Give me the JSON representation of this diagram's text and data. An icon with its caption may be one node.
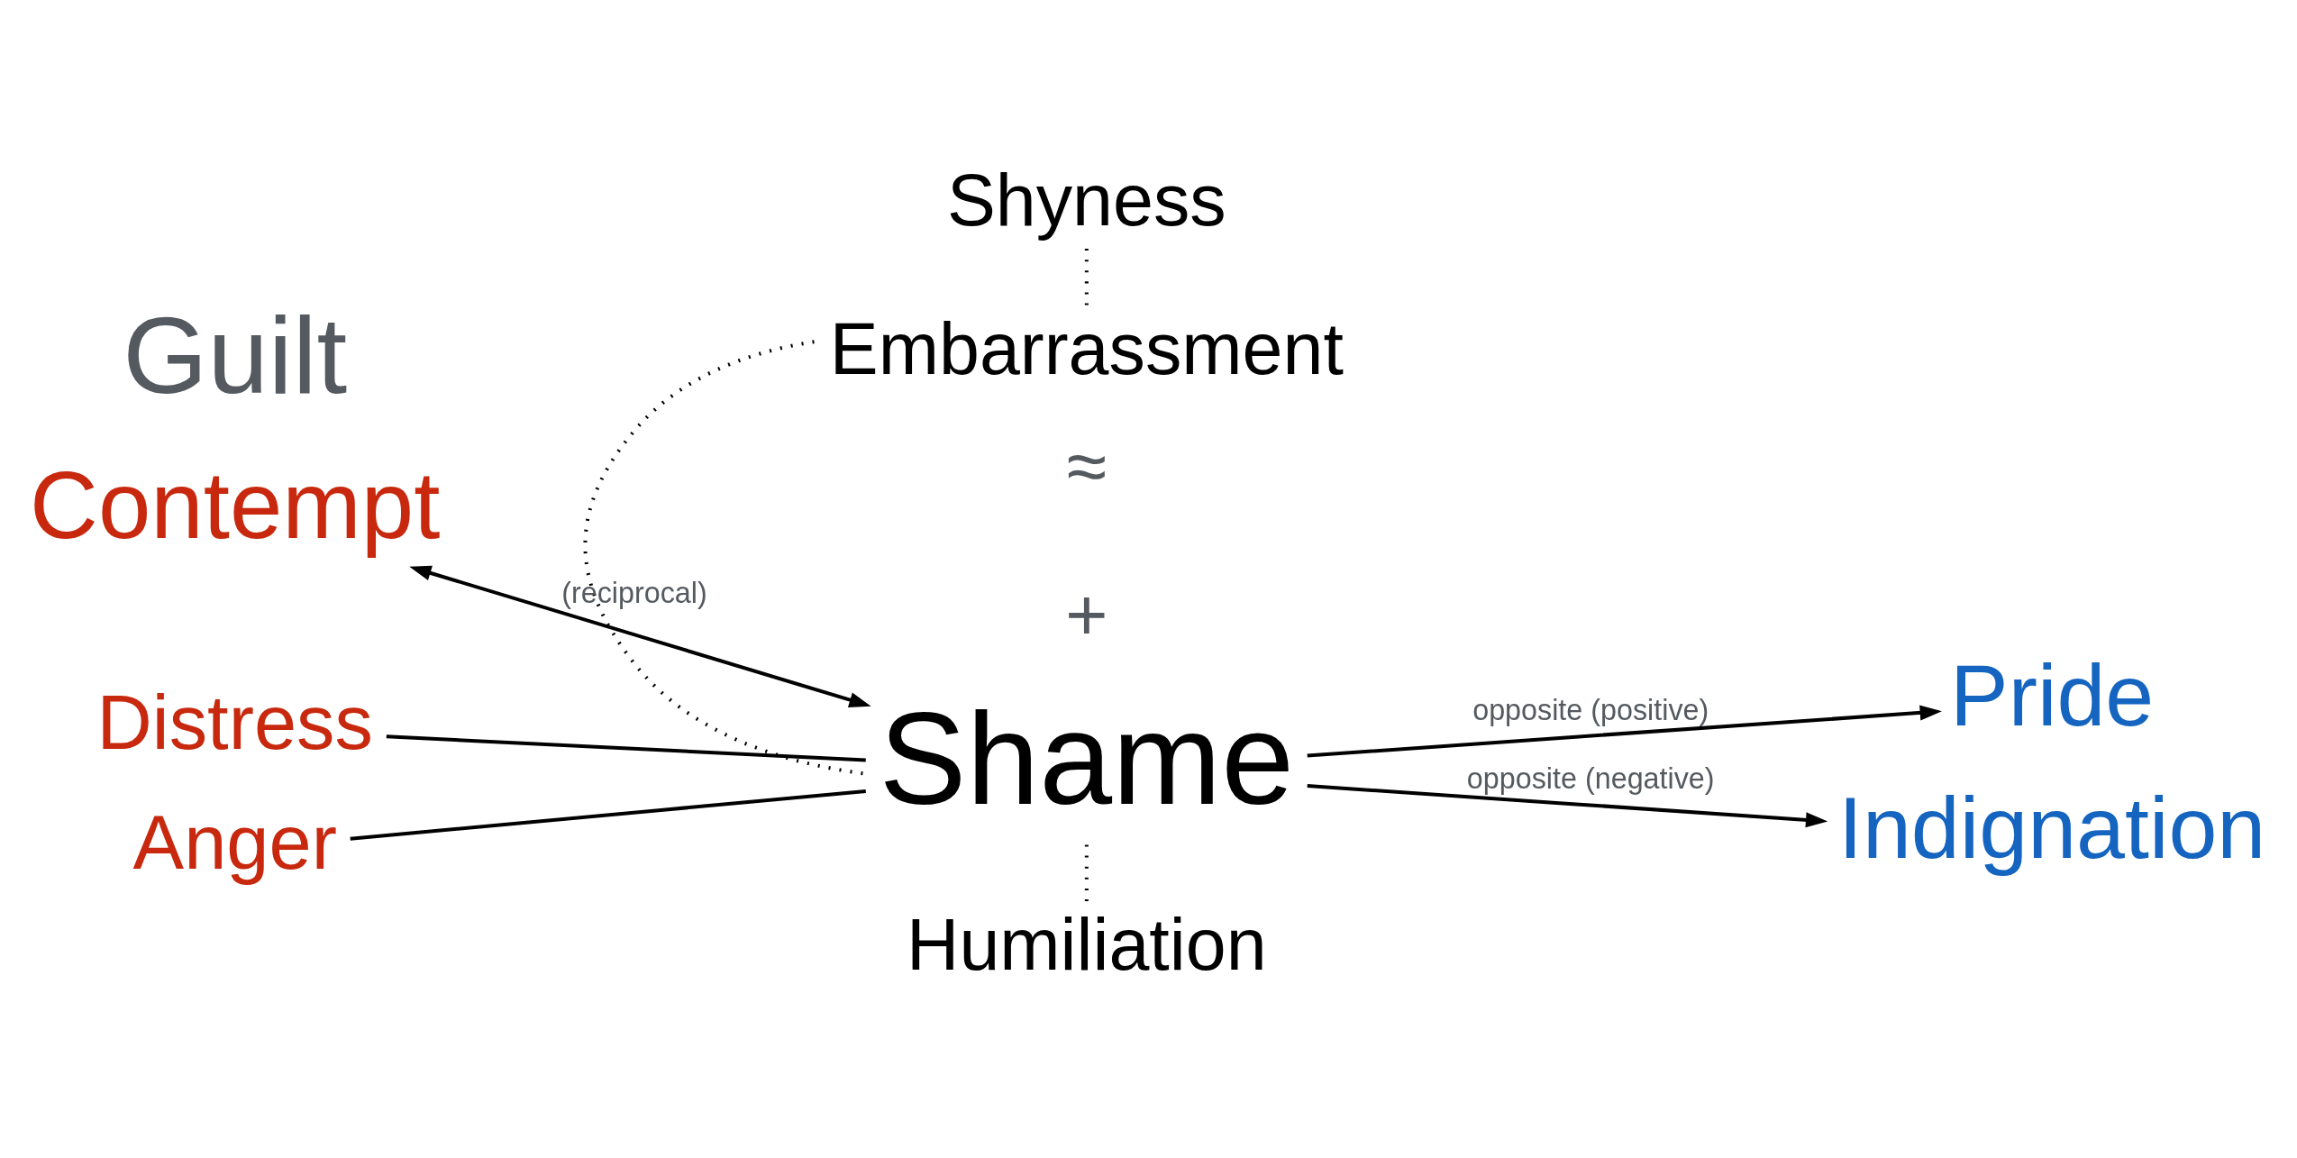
{
  "diagram": {
    "nodes": [
      {
        "text": [
          "Shyness"
        ]
      },
      {
        "text": [
          "Embarrassment"
        ]
      },
      {
        "text": [
          "Shame"
        ]
      },
      {
        "text": [
          "Humiliation"
        ]
      },
      {
        "text": [
          "Contempt"
        ]
      },
      {
        "text": [
          "Guilt"
        ]
      },
      {
        "text": [
          "Distress"
        ]
      },
      {
        "text": [
          "Anger"
        ]
      },
      {
        "text": [
          "Pride"
        ]
      },
      {
        "text": [
          "Indignation"
        ]
      }
    ],
    "edges": [
      {
        "from": 0,
        "to": 1,
        "arrow": "none",
        "style": "dashed"
      },
      {
        "from": 1,
        "to": 2,
        "arrow": "none",
        "style": "dashed"
      },
      {
        "from": 2,
        "to": 3,
        "arrow": "none",
        "style": "dashed"
      },
      {
        "from": 4,
        "to": 2,
        "arrow": "both",
        "label": "(reciprocal)"
      },
      {
        "from": 6,
        "to": 2,
        "arrow": "none"
      },
      {
        "from": 7,
        "to": 2,
        "arrow": "none"
      },
      {
        "from": 2,
        "to": 8,
        "arrow": "to",
        "label": "opposite (positive)"
      },
      {
        "from": 2,
        "to": 9,
        "arrow": "to",
        "label": "opposite (negative)"
      }
    ],
    "labels": [
      "≈",
      "+"
    ]
  }
}
